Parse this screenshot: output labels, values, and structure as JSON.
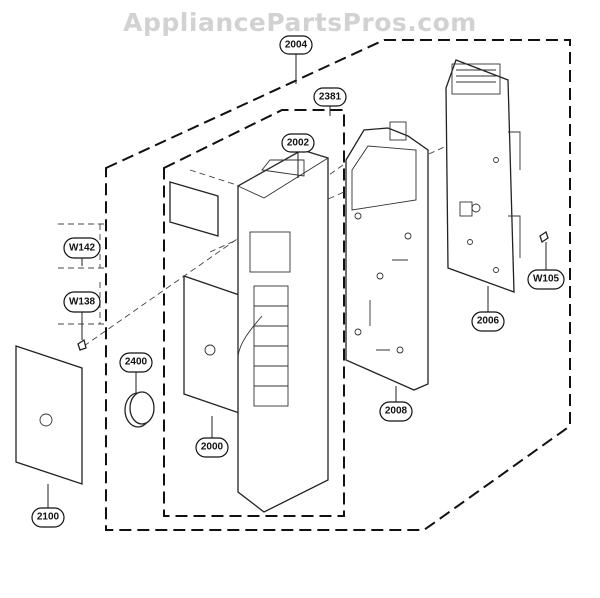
{
  "watermark": "AppliancePartsPros.com",
  "parts": [
    {
      "id": "2004"
    },
    {
      "id": "2381"
    },
    {
      "id": "2002"
    },
    {
      "id": "W142"
    },
    {
      "id": "W138"
    },
    {
      "id": "2400"
    },
    {
      "id": "2000"
    },
    {
      "id": "2100"
    },
    {
      "id": "2008"
    },
    {
      "id": "2006"
    },
    {
      "id": "W105"
    }
  ]
}
